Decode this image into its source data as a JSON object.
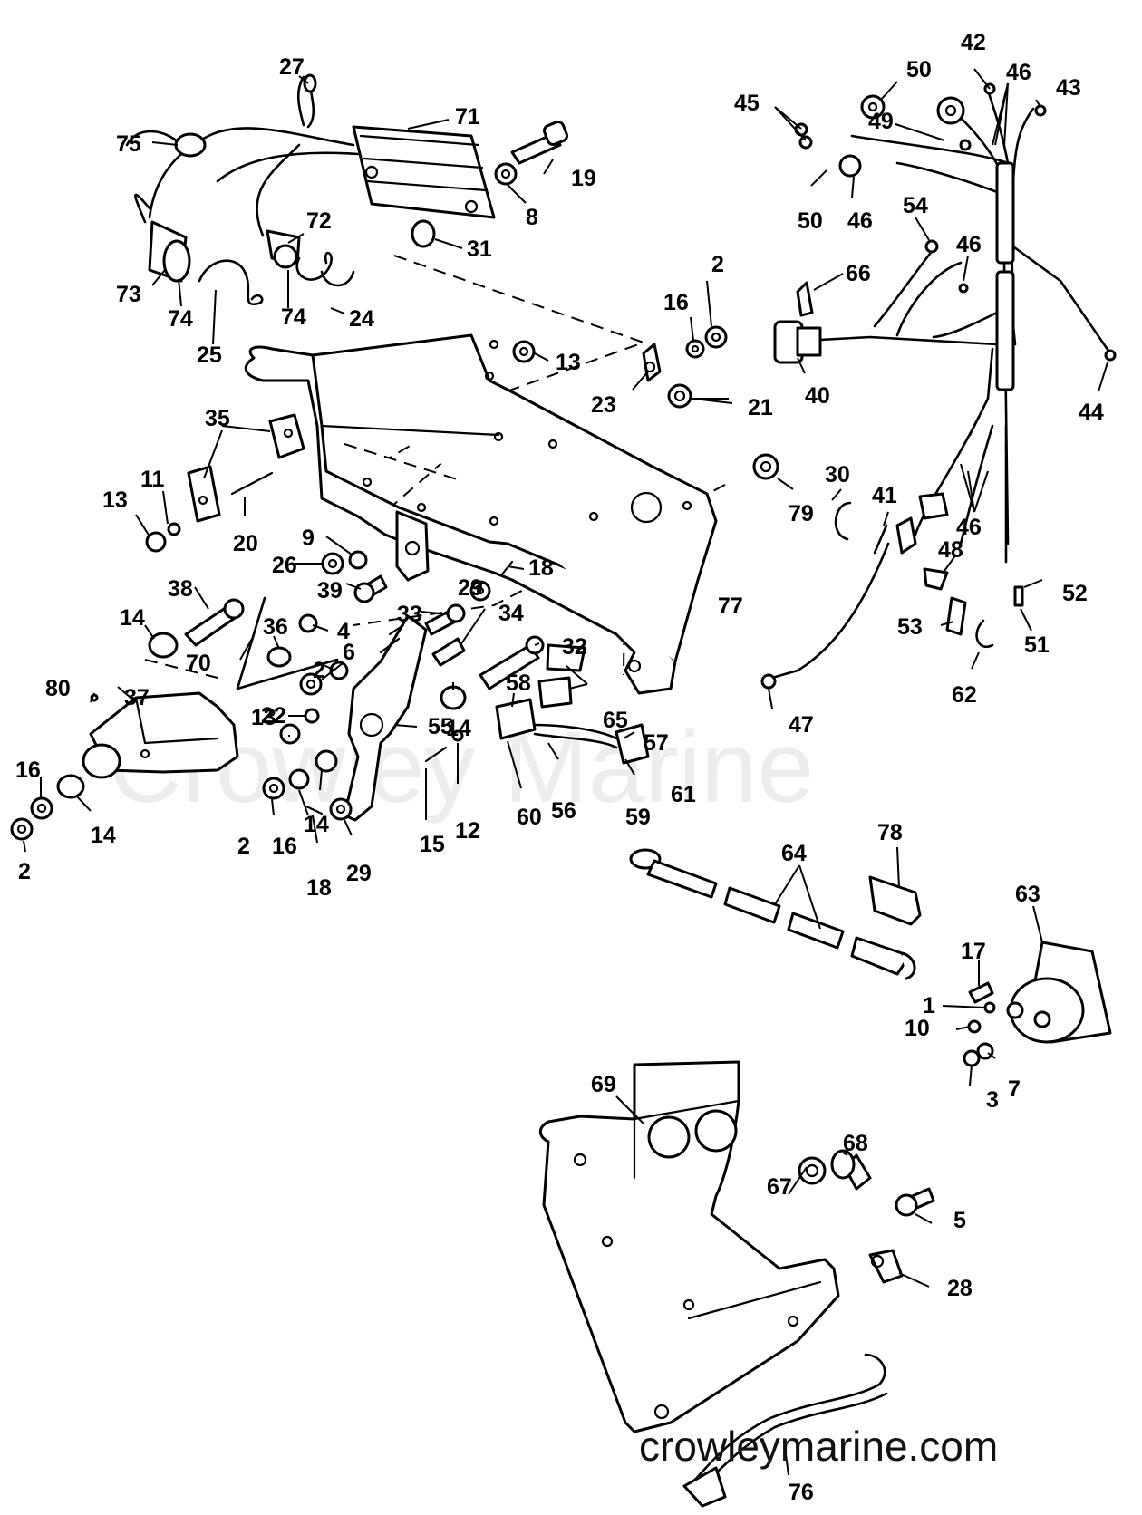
{
  "watermark": "Crowley Marine",
  "website": "crowleymarine.com",
  "callouts": [
    "1",
    "2",
    "3",
    "4",
    "5",
    "6",
    "7",
    "8",
    "9",
    "10",
    "11",
    "12",
    "13",
    "14",
    "15",
    "16",
    "17",
    "18",
    "19",
    "20",
    "21",
    "22",
    "23",
    "24",
    "25",
    "26",
    "27",
    "28",
    "29",
    "30",
    "31",
    "32",
    "33",
    "34",
    "35",
    "36",
    "37",
    "38",
    "39",
    "40",
    "41",
    "42",
    "43",
    "44",
    "45",
    "46",
    "47",
    "48",
    "49",
    "50",
    "51",
    "52",
    "53",
    "54",
    "55",
    "56",
    "57",
    "58",
    "59",
    "60",
    "61",
    "62",
    "63",
    "64",
    "65",
    "66",
    "67",
    "68",
    "69",
    "70",
    "71",
    "72",
    "73",
    "74",
    "75",
    "76",
    "77",
    "78",
    "79",
    "80"
  ]
}
